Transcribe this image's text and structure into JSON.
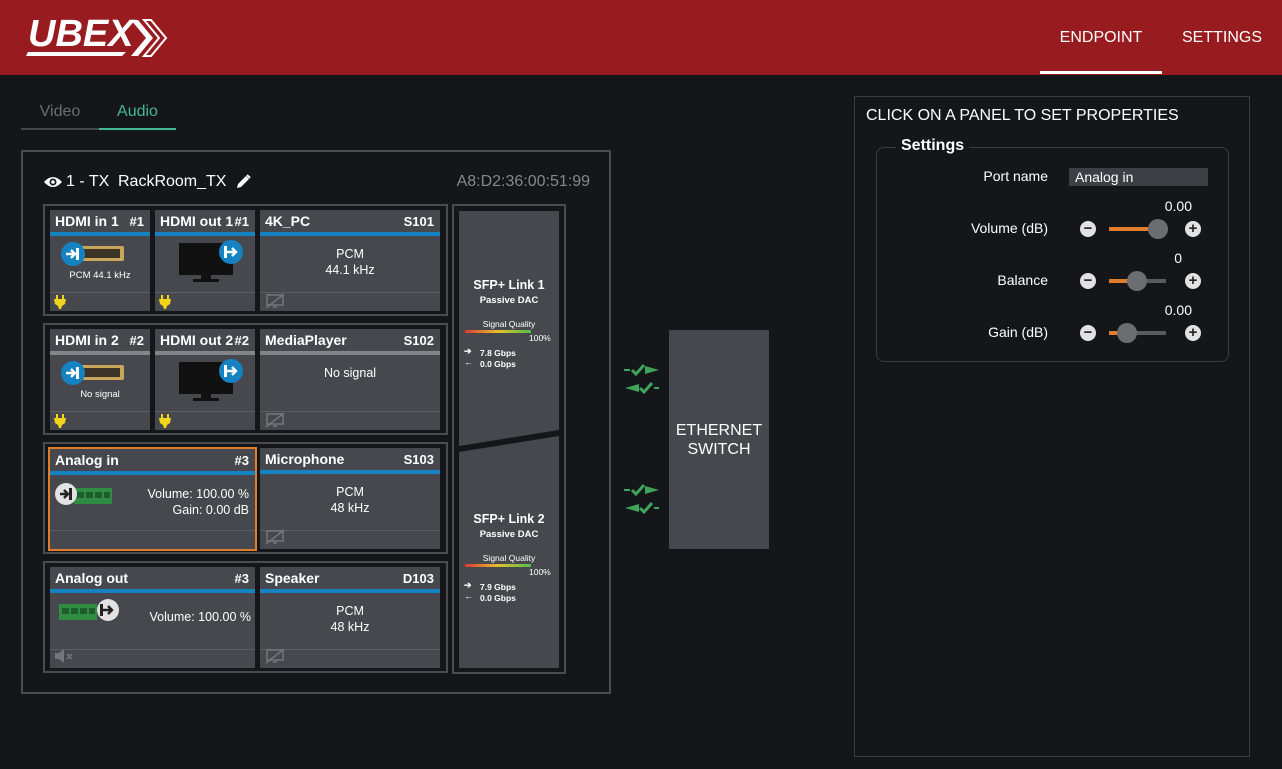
{
  "header": {
    "logo_text": "UBEX",
    "nav": {
      "endpoint": "ENDPOINT",
      "settings": "SETTINGS"
    }
  },
  "subtabs": {
    "video": "Video",
    "audio": "Audio",
    "active": "Audio"
  },
  "device": {
    "id": "1 - TX",
    "name": "RackRoom_TX",
    "mac": "A8:D2:36:00:51:99"
  },
  "groups": [
    {
      "input": {
        "title": "HDMI in 1",
        "num": "#1",
        "status": "PCM 44.1 kHz"
      },
      "output": {
        "title": "HDMI out 1",
        "num": "#1"
      },
      "stream": {
        "title": "4K_PC",
        "num": "S101",
        "line1": "PCM",
        "line2": "44.1 kHz"
      }
    },
    {
      "input": {
        "title": "HDMI in 2",
        "num": "#2",
        "status": "No signal"
      },
      "output": {
        "title": "HDMI out 2",
        "num": "#2"
      },
      "stream": {
        "title": "MediaPlayer",
        "num": "S102",
        "line1": "No signal",
        "line2": ""
      }
    },
    {
      "port": {
        "title": "Analog in",
        "num": "#3",
        "line1": "Volume: 100.00 %",
        "line2": "Gain: 0.00 dB"
      },
      "stream": {
        "title": "Microphone",
        "num": "S103",
        "line1": "PCM",
        "line2": "48 kHz"
      }
    },
    {
      "port": {
        "title": "Analog out",
        "num": "#3",
        "line1": "Volume: 100.00 %"
      },
      "stream": {
        "title": "Speaker",
        "num": "D103",
        "line1": "PCM",
        "line2": "48 kHz"
      }
    }
  ],
  "sfp": [
    {
      "title": "SFP+ Link 1",
      "sub": "Passive DAC",
      "quality_label": "Signal Quality",
      "quality": "100%",
      "tx": "7.8 Gbps",
      "rx": "0.0 Gbps"
    },
    {
      "title": "SFP+ Link 2",
      "sub": "Passive DAC",
      "quality_label": "Signal Quality",
      "quality": "100%",
      "tx": "7.9 Gbps",
      "rx": "0.0 Gbps"
    }
  ],
  "switch_label_1": "ETHERNET",
  "switch_label_2": "SWITCH",
  "properties": {
    "title": "CLICK ON A PANEL TO SET PROPERTIES",
    "legend": "Settings",
    "port_name_label": "Port name",
    "port_name_value": "Analog in",
    "volume_label": "Volume (dB)",
    "volume_value": "0.00",
    "balance_label": "Balance",
    "balance_value": "0",
    "gain_label": "Gain (dB)",
    "gain_value": "0.00"
  },
  "colors": {
    "header": "#981c1f",
    "accent_audio": "#43b895",
    "port_bar": "#1582c2",
    "selected_border": "#e07d2c",
    "power_icon": "#f2d51a"
  }
}
